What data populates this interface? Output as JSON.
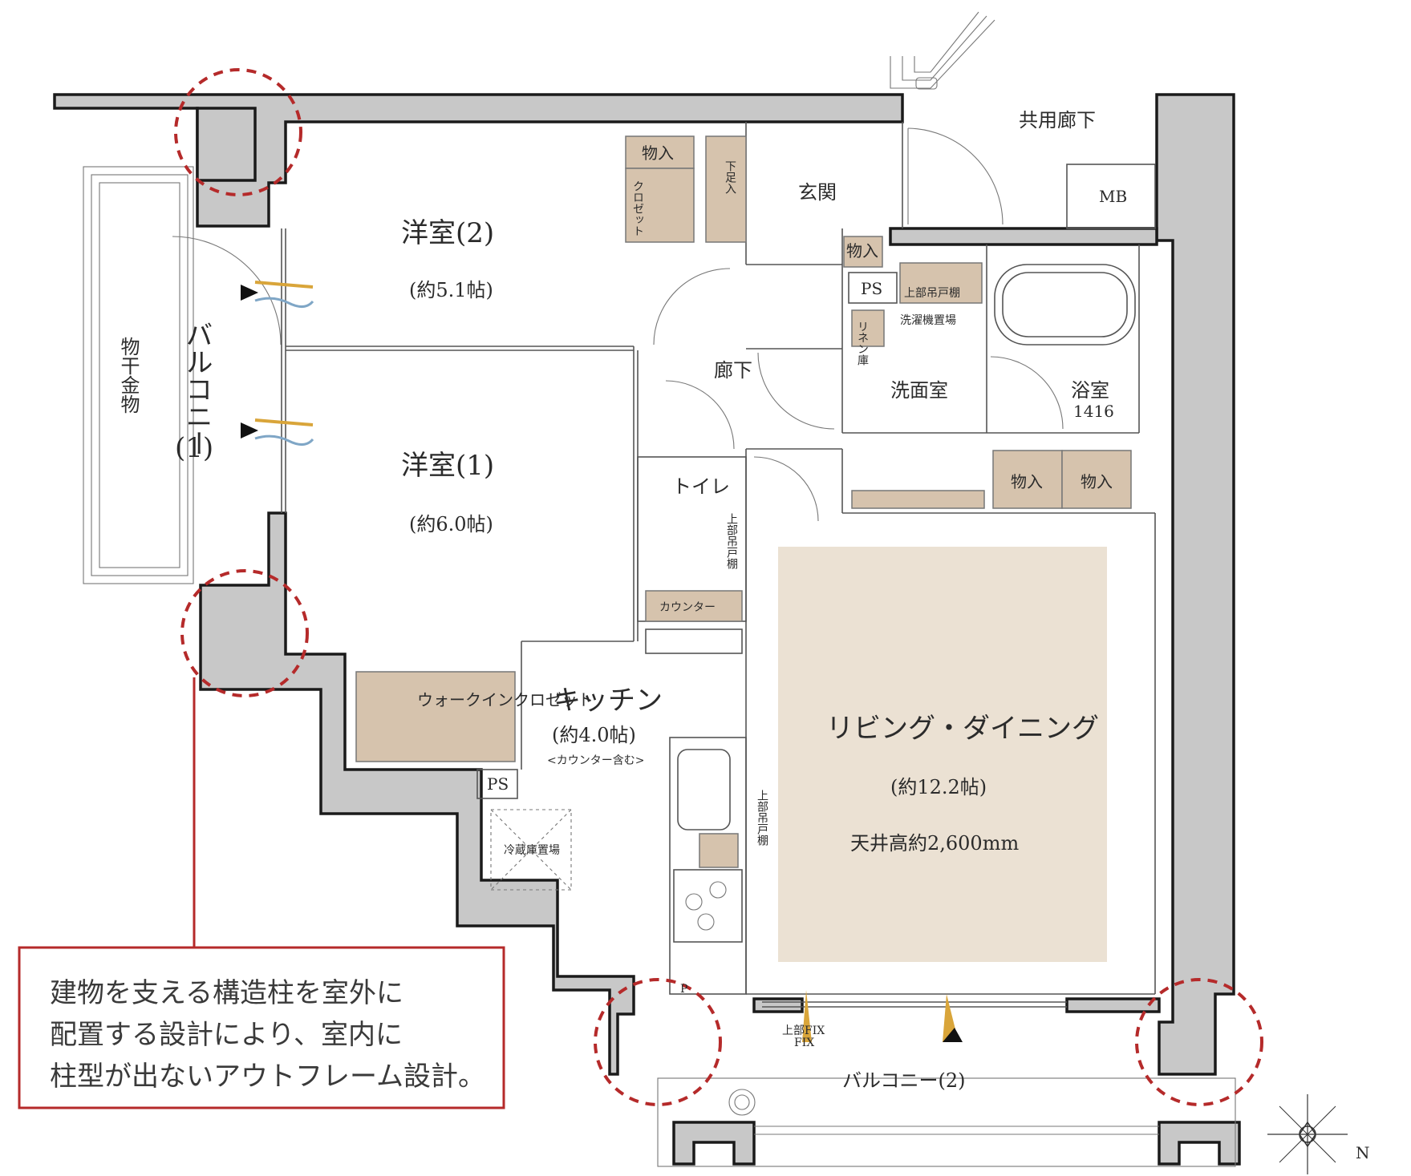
{
  "rooms": {
    "western2": {
      "name": "洋室(2)",
      "size": "(約5.1帖)"
    },
    "western1": {
      "name": "洋室(1)",
      "size": "(約6.0帖)"
    },
    "balcony1": {
      "name1": "バルコニー",
      "name2": "(1)"
    },
    "balcony2": {
      "name": "バルコニー(2)"
    },
    "kitchen": {
      "name": "キッチン",
      "size": "(約4.0帖)",
      "note": "<カウンター含む>"
    },
    "living": {
      "name": "リビング・ダイニング",
      "size": "(約12.2帖)",
      "ceiling": "天井高約2,600mm"
    },
    "entrance": {
      "name": "玄関"
    },
    "hallway": {
      "name": "廊下"
    },
    "washroom": {
      "name": "洗面室"
    },
    "bathroom": {
      "name": "浴室",
      "size": "1416"
    },
    "toilet": {
      "name": "トイレ"
    },
    "corridor": {
      "name": "共用廊下"
    },
    "mb": {
      "name": "MB"
    }
  },
  "labels": {
    "storage": "物入",
    "closet": "クロゼット",
    "shoe": "下足入",
    "ps": "PS",
    "upper_cabinet": "上部吊戸棚",
    "upper_cabinet_vertical": "上部吊戸棚",
    "washer": "洗濯機置場",
    "linen": "リネン庫",
    "drying": "物干金物",
    "walkin": "ウォークインクロゼット",
    "fridge": "冷蔵庫置場",
    "counter": "カウンター",
    "p": "P",
    "fix": "上部FIX",
    "fix2": "FIX",
    "north": "N"
  },
  "callout": {
    "line1": "建物を支える構造柱を室外に",
    "line2": "配置する設計により、室内に",
    "line3": "柱型が出ないアウトフレーム設計。"
  },
  "colors": {
    "wall": "#c8c8c8",
    "storage": "#d6c3ad",
    "living_floor": "#ebe1d3",
    "callout_border": "#b52a2a",
    "window_blue": "#7fa6c6",
    "window_gold": "#d9a53a"
  }
}
